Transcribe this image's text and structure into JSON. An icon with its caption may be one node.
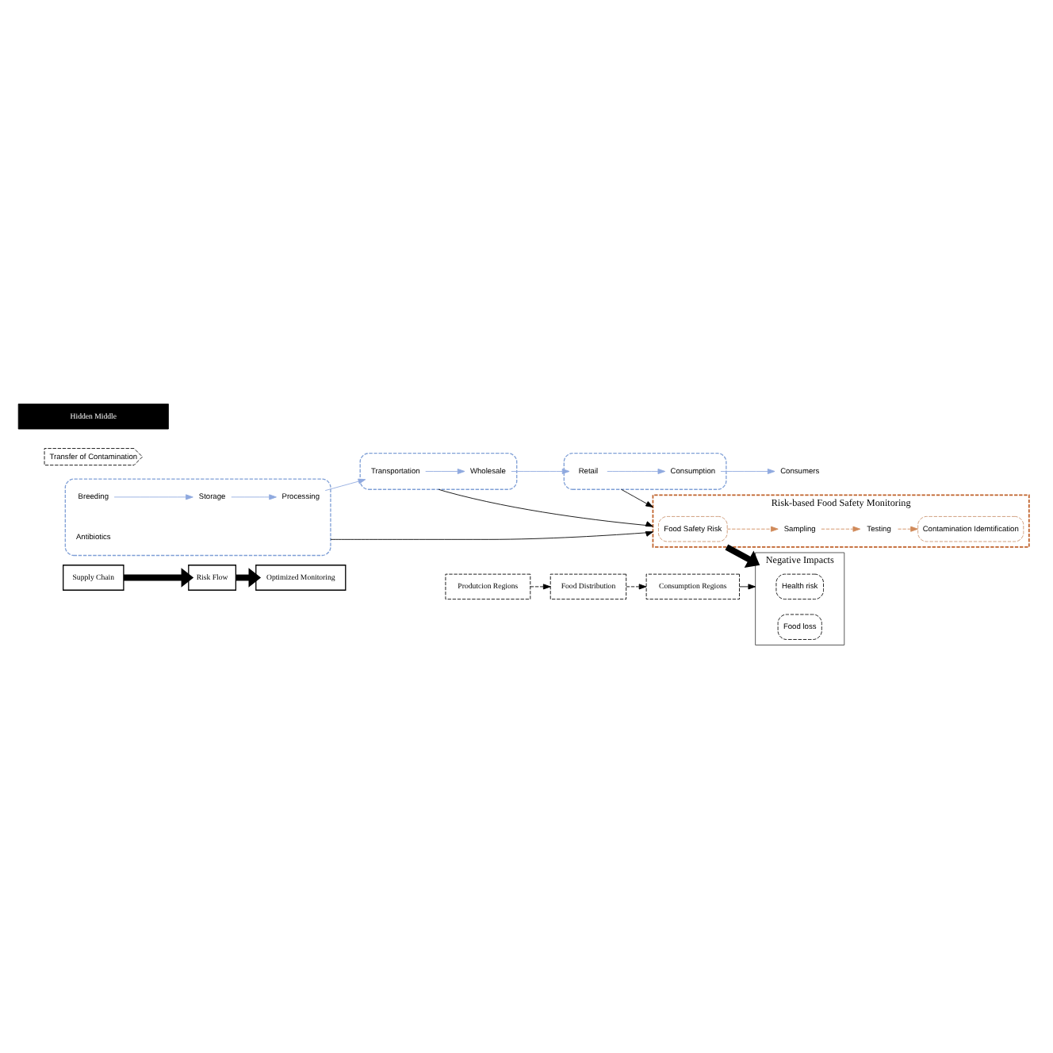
{
  "diagram": {
    "nodes": [
      {
        "text": [
          "Optimized Monitoring"
        ]
      },
      {
        "text": [
          "Risk Flow"
        ]
      },
      {
        "text": [
          "Supply Chain"
        ]
      },
      {
        "text": [
          "Risk-based Food Safety Monitoring"
        ]
      },
      {
        "text": [
          "Food Safety Risk"
        ],
        "in": 3
      },
      {
        "text": [
          "Sampling"
        ],
        "in": 3
      },
      {
        "text": [
          "Testing"
        ],
        "in": 3
      },
      {
        "text": [
          "Contamination Idemtification"
        ],
        "in": 3
      },
      {
        "text": [],
        "shape": "box"
      },
      {
        "text": [
          "Antibiotics"
        ],
        "in": 8
      },
      {
        "text": [
          "Breeding"
        ],
        "in": 8
      },
      {
        "text": [
          "Storage"
        ],
        "in": 8
      },
      {
        "text": [
          "Processing"
        ],
        "in": 8
      },
      {
        "text": [],
        "shape": "box"
      },
      {
        "text": [
          "Transportation"
        ],
        "in": 13
      },
      {
        "text": [
          "Wholesale"
        ],
        "in": 13
      },
      {
        "text": [],
        "shape": "box"
      },
      {
        "text": [
          "Retail"
        ],
        "in": 16
      },
      {
        "text": [
          "Consumption"
        ],
        "in": 16
      },
      {
        "text": [
          "Consumers"
        ]
      },
      {
        "text": [
          "Transfer of Contamination"
        ]
      },
      {
        "text": [
          "Hidden Middle"
        ]
      },
      {
        "text": [
          "Produtcion Regions"
        ]
      },
      {
        "text": [
          "Food Distribution"
        ]
      },
      {
        "text": [
          "Consumption Regions"
        ]
      },
      {
        "text": [
          "Negative Impacts"
        ]
      },
      {
        "text": [
          "Health risk"
        ],
        "in": 25
      },
      {
        "text": [
          "Food loss"
        ],
        "in": 25
      }
    ],
    "edges": [
      {
        "from": 2,
        "to": 1,
        "arrow": "to",
        "style": "thick"
      },
      {
        "from": 1,
        "to": 0,
        "arrow": "to",
        "style": "thick"
      },
      {
        "from": 4,
        "to": 5,
        "arrow": "to",
        "style": "dashed",
        "color": "#d08a5a"
      },
      {
        "from": 5,
        "to": 6,
        "arrow": "to",
        "style": "dashed",
        "color": "#d08a5a"
      },
      {
        "from": 6,
        "to": 7,
        "arrow": "to",
        "style": "dashed",
        "color": "#d08a5a"
      },
      {
        "from": 10,
        "to": 11,
        "arrow": "to",
        "color": "#8fa9df"
      },
      {
        "from": 11,
        "to": 12,
        "arrow": "to",
        "color": "#8fa9df"
      },
      {
        "from": 12,
        "to": 14,
        "arrow": "to",
        "color": "#8fa9df"
      },
      {
        "from": 14,
        "to": 15,
        "arrow": "to",
        "color": "#8fa9df"
      },
      {
        "from": 15,
        "to": 17,
        "arrow": "to",
        "color": "#8fa9df"
      },
      {
        "from": 17,
        "to": 18,
        "arrow": "to",
        "color": "#8fa9df"
      },
      {
        "from": 18,
        "to": 19,
        "arrow": "to",
        "color": "#8fa9df"
      },
      {
        "from": 8,
        "to": 3,
        "arrow": "to"
      },
      {
        "from": 13,
        "to": 3,
        "arrow": "to"
      },
      {
        "from": 16,
        "to": 3,
        "arrow": "to"
      },
      {
        "from": 22,
        "to": 23,
        "arrow": "to",
        "style": "dashed"
      },
      {
        "from": 23,
        "to": 24,
        "arrow": "to",
        "style": "dashed"
      },
      {
        "from": 24,
        "to": 25,
        "arrow": "to"
      },
      {
        "from": 3,
        "to": 25,
        "arrow": "to",
        "style": "thick"
      }
    ]
  }
}
